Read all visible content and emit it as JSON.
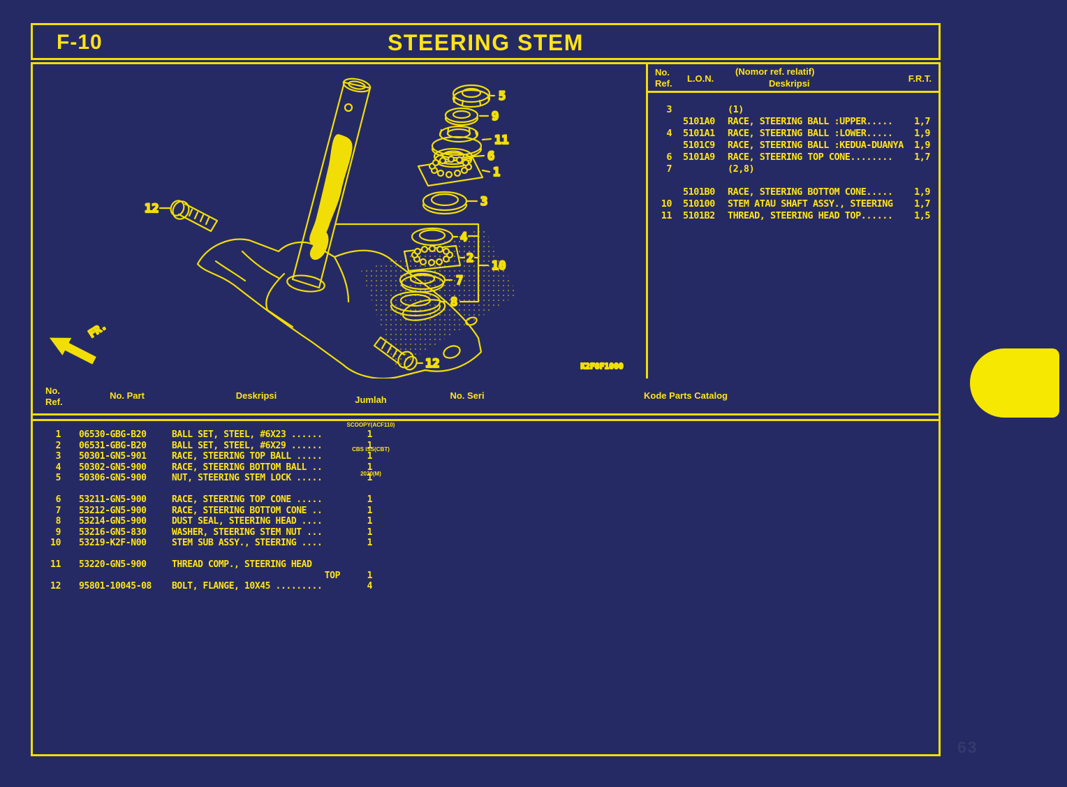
{
  "page": {
    "code": "F-10",
    "title": "STEERING STEM",
    "page_number": "63",
    "colors": {
      "background": "#262a64",
      "accent": "#f2de07",
      "text": "#ffe415",
      "tab": "#f6e800"
    }
  },
  "diagram": {
    "code": "K2F8F1000",
    "fr_label": "FR.",
    "callouts": {
      "n1": "1",
      "n2": "2",
      "n3": "3",
      "n4": "4",
      "n5": "5",
      "n6": "6",
      "n7": "7",
      "n8": "8",
      "n9": "9",
      "n10": "10",
      "n11": "11",
      "n12a": "12",
      "n12b": "12"
    }
  },
  "ref_table": {
    "headers": {
      "ref_line1": "No.",
      "ref_line2": "Ref.",
      "lon": "L.O.N.",
      "desc_note": "(Nomor ref. relatif)",
      "desc": "Deskripsi",
      "frt": "F.R.T."
    },
    "rows": [
      {
        "ref": "3",
        "lon": "",
        "desc": "(1)",
        "frt": ""
      },
      {
        "ref": "",
        "lon": "5101A0",
        "desc": "RACE, STEERING BALL :UPPER.....",
        "frt": "1,7"
      },
      {
        "ref": "4",
        "lon": "5101A1",
        "desc": "RACE, STEERING BALL :LOWER.....",
        "frt": "1,9"
      },
      {
        "ref": "",
        "lon": "5101C9",
        "desc": "RACE, STEERING BALL :KEDUA-DUANYA",
        "frt": "1,9"
      },
      {
        "ref": "6",
        "lon": "5101A9",
        "desc": "RACE, STEERING TOP CONE........",
        "frt": "1,7"
      },
      {
        "ref": "7",
        "lon": "",
        "desc": "(2,8)",
        "frt": ""
      },
      {
        "ref": "",
        "lon": "5101B0",
        "desc": "RACE, STEERING BOTTOM CONE.....",
        "frt": "1,9"
      },
      {
        "ref": "10",
        "lon": "510100",
        "desc": "STEM ATAU SHAFT ASSY., STEERING",
        "frt": "1,7"
      },
      {
        "ref": "11",
        "lon": "5101B2",
        "desc": "THREAD, STEERING HEAD TOP......",
        "frt": "1,5"
      }
    ]
  },
  "parts_table": {
    "headers": {
      "ref_line1": "No.",
      "ref_line2": "Ref.",
      "part": "No. Part",
      "desc": "Deskripsi",
      "jumlah": "Jumlah",
      "jumlah_sub1": "SCOOPY(ACF110)",
      "jumlah_sub2": "CBS ISS(CBT)",
      "jumlah_sub3": "2020(M)",
      "seri": "No. Seri",
      "kode": "Kode Parts Catalog"
    },
    "rows": [
      {
        "no": "1",
        "part": "06530-GBG-B20",
        "desc": "BALL SET, STEEL, #6X23 ......",
        "desc2": "",
        "qty": "1"
      },
      {
        "no": "2",
        "part": "06531-GBG-B20",
        "desc": "BALL SET, STEEL, #6X29 ......",
        "desc2": "",
        "qty": "1"
      },
      {
        "no": "3",
        "part": "50301-GN5-901",
        "desc": "RACE, STEERING TOP BALL .....",
        "desc2": "",
        "qty": "1"
      },
      {
        "no": "4",
        "part": "50302-GN5-900",
        "desc": "RACE, STEERING BOTTOM BALL ..",
        "desc2": "",
        "qty": "1"
      },
      {
        "no": "5",
        "part": "50306-GN5-900",
        "desc": "NUT, STEERING STEM LOCK .....",
        "desc2": "",
        "qty": "1"
      },
      {
        "no": "6",
        "part": "53211-GN5-900",
        "desc": "RACE, STEERING TOP CONE .....",
        "desc2": "",
        "qty": "1"
      },
      {
        "no": "7",
        "part": "53212-GN5-900",
        "desc": "RACE, STEERING BOTTOM CONE ..",
        "desc2": "",
        "qty": "1"
      },
      {
        "no": "8",
        "part": "53214-GN5-900",
        "desc": "DUST SEAL, STEERING HEAD ....",
        "desc2": "",
        "qty": "1"
      },
      {
        "no": "9",
        "part": "53216-GN5-830",
        "desc": "WASHER, STEERING STEM NUT ...",
        "desc2": "",
        "qty": "1"
      },
      {
        "no": "10",
        "part": "53219-K2F-N00",
        "desc": "STEM SUB ASSY., STEERING ....",
        "desc2": "",
        "qty": "1"
      },
      {
        "no": "11",
        "part": "53220-GN5-900",
        "desc": "THREAD COMP., STEERING HEAD",
        "desc2": "TOP",
        "qty": "1"
      },
      {
        "no": "12",
        "part": "95801-10045-08",
        "desc": "BOLT, FLANGE, 10X45 .........",
        "desc2": "",
        "qty": "4"
      }
    ]
  }
}
